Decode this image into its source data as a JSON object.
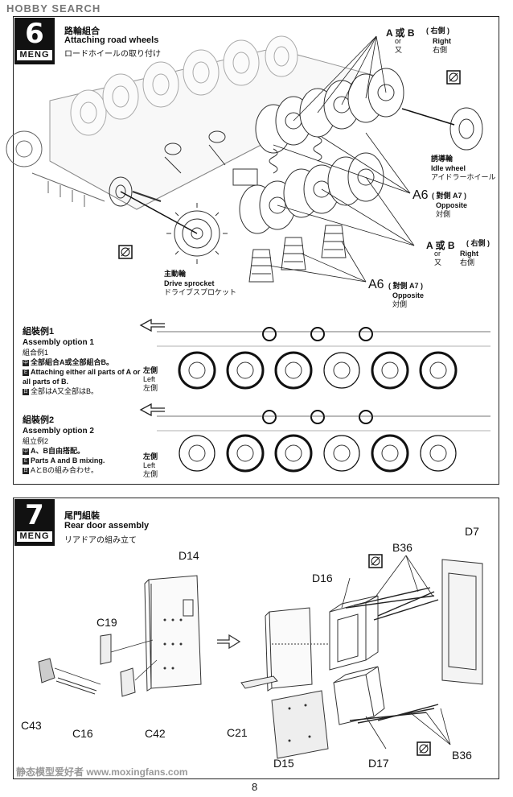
{
  "watermark_top": "HOBBY SEARCH",
  "watermark_bottom": "静态模型爱好者 www.moxingfans.com",
  "page_number": "8",
  "step6": {
    "number": "6",
    "brand": "MENG",
    "title_cn": "路輪組合",
    "title_en": "Attaching road wheels",
    "title_jp": "ロードホイールの取り付け",
    "labels": {
      "ab_top": "A 或 B",
      "ab_top_right": "( 右側 )",
      "ab_top_or": "or",
      "ab_top_or_jp": "又",
      "ab_top_right_en": "Right",
      "ab_top_right_jp": "右側",
      "idle_cn": "誘導輪",
      "idle_en": "Idle wheel",
      "idle_jp": "アイドラーホイール",
      "a6_mid": "A6",
      "a6_mid_opp_cn": "( 對側 A7 )",
      "a6_mid_opp_en": "Opposite",
      "a6_mid_opp_jp": "対側",
      "ab_mid": "A 或 B",
      "ab_mid_right": "( 右側 )",
      "ab_mid_or": "or",
      "ab_mid_or_jp": "又",
      "ab_mid_right_en": "Right",
      "ab_mid_right_jp": "右側",
      "drive_cn": "主動輪",
      "drive_en": "Drive sprocket",
      "drive_jp": "ドライブスプロケット",
      "a6_bot": "A6",
      "a6_bot_opp_cn": "( 對側 A7 )",
      "a6_bot_opp_en": "Opposite",
      "a6_bot_opp_jp": "対側"
    },
    "option1": {
      "title_cn": "組裝例1",
      "title_en": "Assembly option 1",
      "title_jp": "組合例1",
      "line_cn": "全部組合A或全部組合B。",
      "line_en": "Attaching either all parts of A or all parts of B.",
      "line_jp": "全部はA又全部はB。",
      "side_cn": "左側",
      "side_en": "Left",
      "side_jp": "左側"
    },
    "option2": {
      "title_cn": "組裝例2",
      "title_en": "Assembly option 2",
      "title_jp": "組立例2",
      "line_cn": "A、B自由搭配。",
      "line_en": "Parts A and B mixing.",
      "line_jp": "AとBの組み合わせ。",
      "side_cn": "左側",
      "side_en": "Left",
      "side_jp": "左側"
    }
  },
  "step7": {
    "number": "7",
    "brand": "MENG",
    "title_cn": "尾門組裝",
    "title_en": "Rear door assembly",
    "title_jp": "リアドアの組み立て",
    "parts": {
      "d14": "D14",
      "c19": "C19",
      "c43": "C43",
      "c16": "C16",
      "c42": "C42",
      "d16": "D16",
      "b36_top": "B36",
      "d7": "D7",
      "c21": "C21",
      "d15": "D15",
      "d17": "D17",
      "b36_bot": "B36"
    }
  }
}
